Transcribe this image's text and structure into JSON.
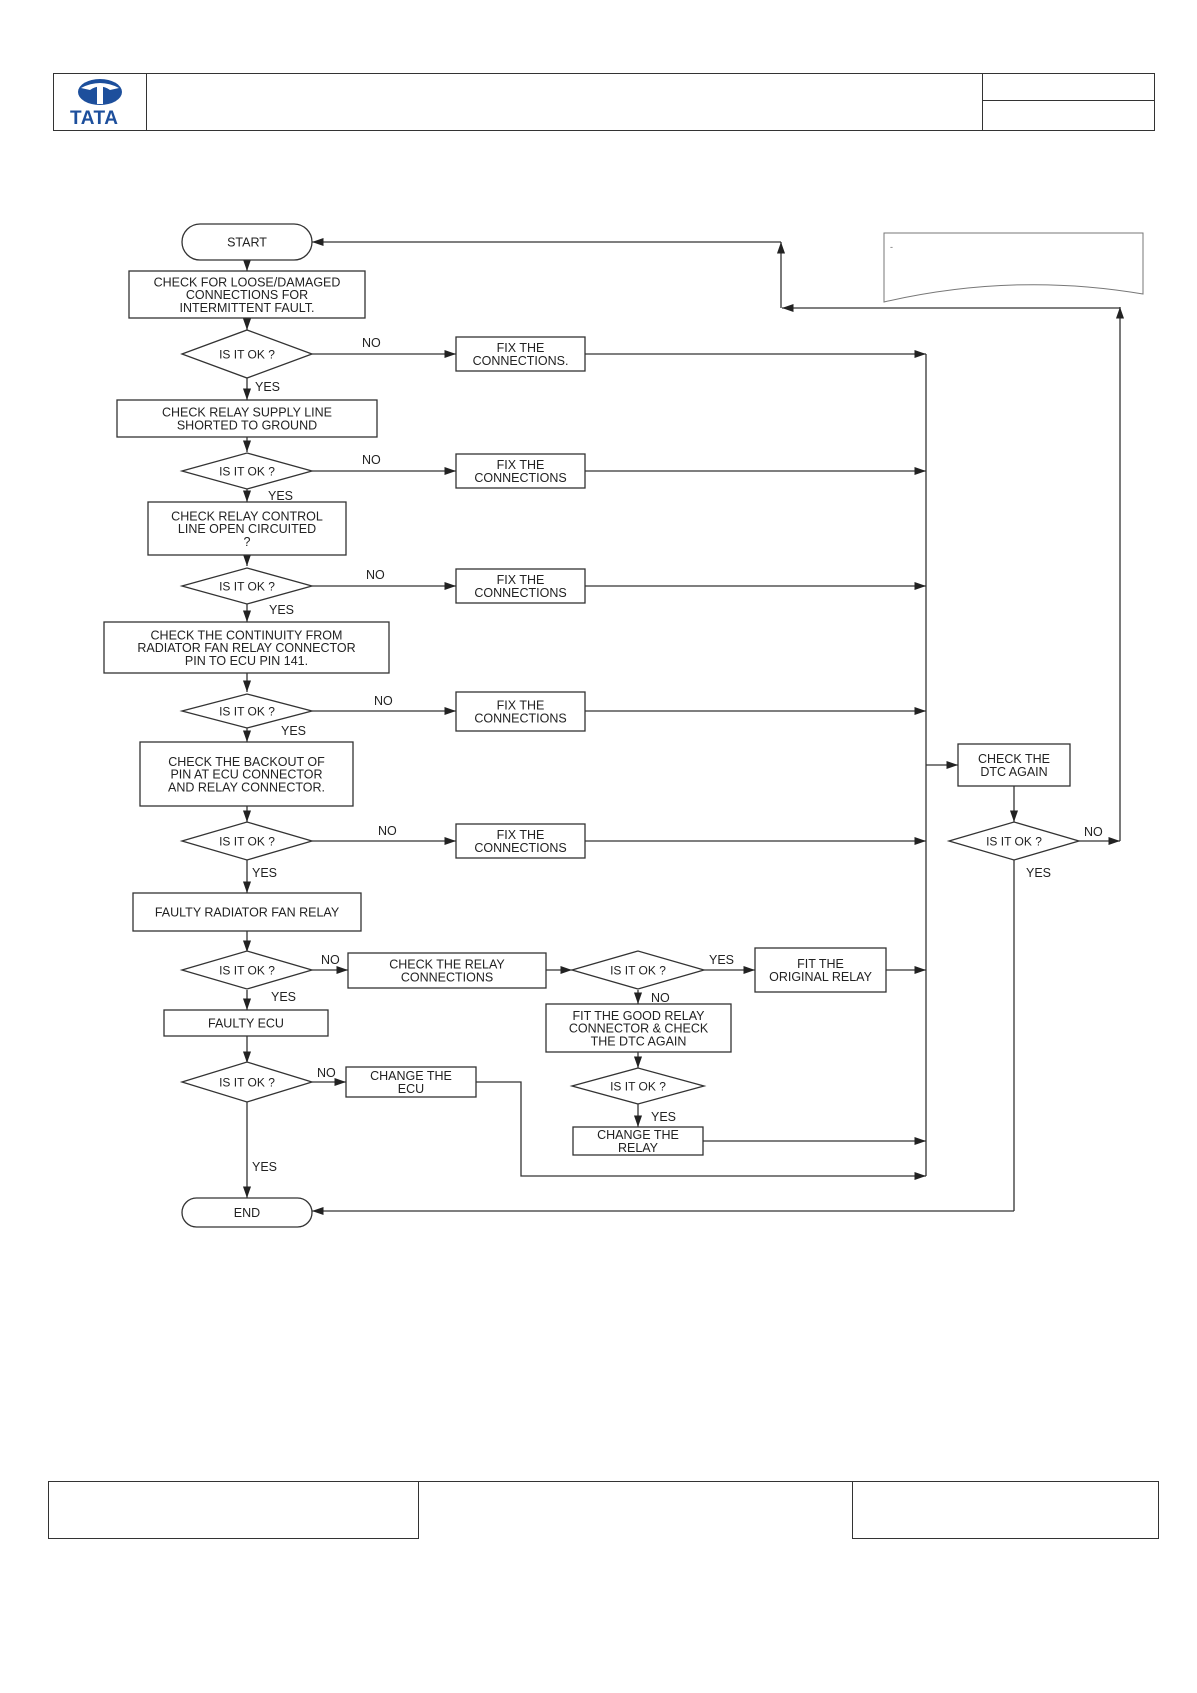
{
  "header": {
    "logo_text": "TATA"
  },
  "nodes": {
    "start": "START",
    "check_loose": [
      "CHECK FOR LOOSE/DAMAGED",
      "CONNECTIONS FOR",
      "INTERMITTENT FAULT."
    ],
    "check_supply": [
      "CHECK RELAY SUPPLY LINE",
      "SHORTED TO GROUND"
    ],
    "check_control": [
      "CHECK RELAY CONTROL",
      "LINE OPEN CIRCUITED",
      "?"
    ],
    "check_continuity": [
      "CHECK THE  CONTINUITY FROM",
      "RADIATOR FAN RELAY CONNECTOR",
      "PIN TO ECU PIN 141."
    ],
    "check_backout": [
      "CHECK THE BACKOUT OF",
      "PIN  AT ECU CONNECTOR",
      "AND RELAY CONNECTOR."
    ],
    "faulty_relay": "FAULTY RADIATOR FAN RELAY",
    "faulty_ecu": "FAULTY ECU",
    "end": "END",
    "fix1": [
      "FIX THE",
      "CONNECTIONS."
    ],
    "fix_generic": [
      "FIX THE",
      "CONNECTIONS"
    ],
    "check_relay_conn": [
      "CHECK THE RELAY",
      "CONNECTIONS"
    ],
    "fit_original": [
      "FIT THE",
      "ORIGINAL RELAY"
    ],
    "fit_good": [
      "FIT THE GOOD RELAY",
      "CONNECTOR & CHECK",
      "THE DTC AGAIN"
    ],
    "change_ecu": [
      "CHANGE THE",
      "ECU"
    ],
    "change_relay": [
      "CHANGE THE",
      "RELAY"
    ],
    "check_dtc": [
      "CHECK THE",
      "DTC AGAIN"
    ],
    "decision": "IS IT OK ?"
  },
  "labels": {
    "yes": "YES",
    "no": "NO"
  },
  "note": {
    "text": "-"
  },
  "colors": {
    "line": "#333333",
    "logo": "#1d4f9c"
  }
}
